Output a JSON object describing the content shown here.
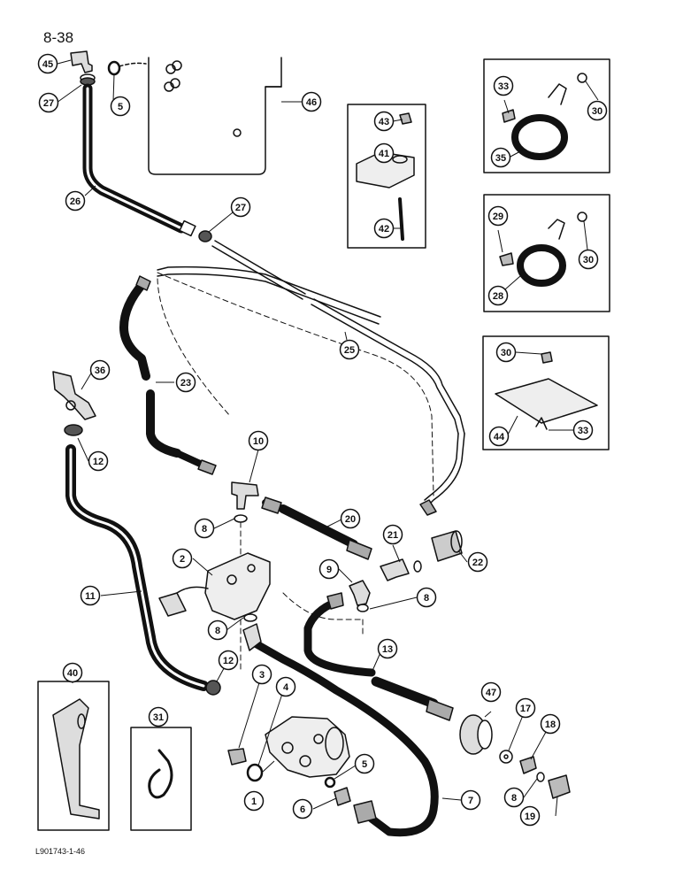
{
  "page_number": "8-38",
  "figure_code": "L901743-1-46",
  "callouts": [
    {
      "id": "c45",
      "label": "45"
    },
    {
      "id": "c5a",
      "label": "5"
    },
    {
      "id": "c27a",
      "label": "27"
    },
    {
      "id": "c46",
      "label": "46"
    },
    {
      "id": "c26",
      "label": "26"
    },
    {
      "id": "c27b",
      "label": "27"
    },
    {
      "id": "c43",
      "label": "43"
    },
    {
      "id": "c41",
      "label": "41"
    },
    {
      "id": "c42",
      "label": "42"
    },
    {
      "id": "c33a",
      "label": "33"
    },
    {
      "id": "c30a",
      "label": "30"
    },
    {
      "id": "c35",
      "label": "35"
    },
    {
      "id": "c29",
      "label": "29"
    },
    {
      "id": "c30b",
      "label": "30"
    },
    {
      "id": "c28",
      "label": "28"
    },
    {
      "id": "c30c",
      "label": "30"
    },
    {
      "id": "c44",
      "label": "44"
    },
    {
      "id": "c33b",
      "label": "33"
    },
    {
      "id": "c25",
      "label": "25"
    },
    {
      "id": "c23",
      "label": "23"
    },
    {
      "id": "c36",
      "label": "36"
    },
    {
      "id": "c12a",
      "label": "12"
    },
    {
      "id": "c10",
      "label": "10"
    },
    {
      "id": "c20",
      "label": "20"
    },
    {
      "id": "c8a",
      "label": "8"
    },
    {
      "id": "c21",
      "label": "21"
    },
    {
      "id": "c22",
      "label": "22"
    },
    {
      "id": "c2",
      "label": "2"
    },
    {
      "id": "c9",
      "label": "9"
    },
    {
      "id": "c11",
      "label": "11"
    },
    {
      "id": "c8b",
      "label": "8"
    },
    {
      "id": "c8c",
      "label": "8"
    },
    {
      "id": "c13",
      "label": "13"
    },
    {
      "id": "c40",
      "label": "40"
    },
    {
      "id": "c12b",
      "label": "12"
    },
    {
      "id": "c3",
      "label": "3"
    },
    {
      "id": "c4",
      "label": "4"
    },
    {
      "id": "c47",
      "label": "47"
    },
    {
      "id": "c31",
      "label": "31"
    },
    {
      "id": "c17",
      "label": "17"
    },
    {
      "id": "c18",
      "label": "18"
    },
    {
      "id": "c5b",
      "label": "5"
    },
    {
      "id": "c1",
      "label": "1"
    },
    {
      "id": "c6",
      "label": "6"
    },
    {
      "id": "c7",
      "label": "7"
    },
    {
      "id": "c8d",
      "label": "8"
    },
    {
      "id": "c19",
      "label": "19"
    }
  ]
}
